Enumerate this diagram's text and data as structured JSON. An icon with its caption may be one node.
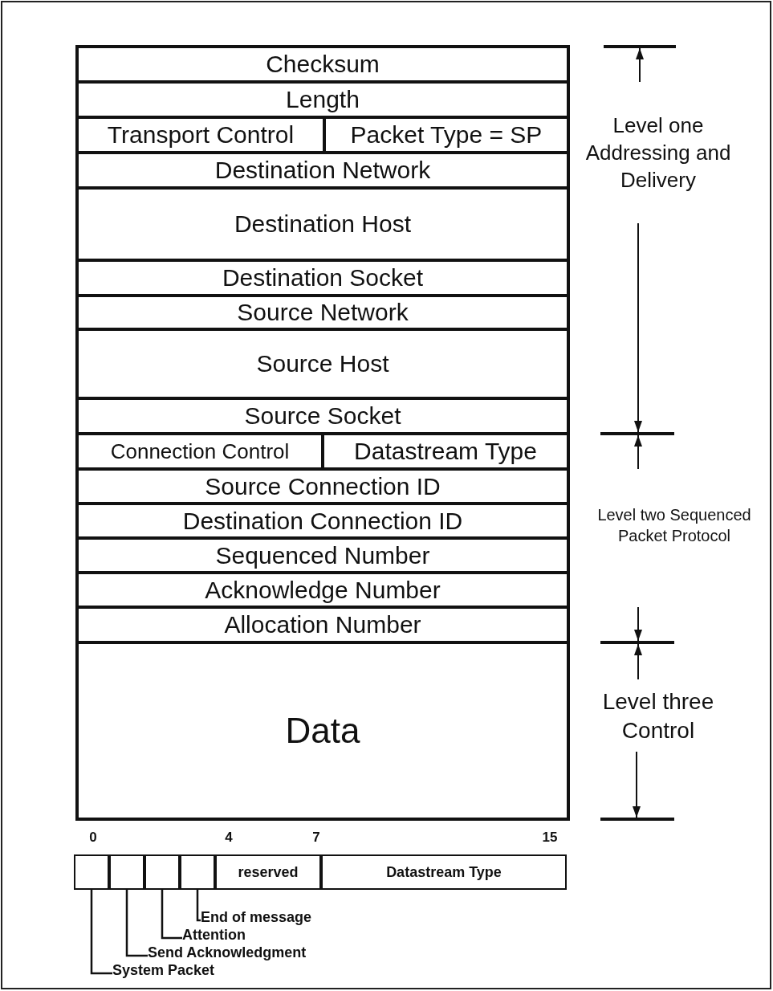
{
  "diagram": {
    "nodes": [
      {
        "text": [
          "Checksum"
        ]
      },
      {
        "text": [
          "Length"
        ]
      },
      {
        "text": [
          "Transport Control"
        ]
      },
      {
        "text": [
          "Packet Type = SP"
        ]
      },
      {
        "text": [
          "Destination Network"
        ]
      },
      {
        "text": [
          "Destination Host"
        ]
      },
      {
        "text": [
          "Destination Socket"
        ]
      },
      {
        "text": [
          "Source Network"
        ]
      },
      {
        "text": [
          "Source Host"
        ]
      },
      {
        "text": [
          "Source Socket"
        ]
      },
      {
        "text": [
          "Connection Control"
        ]
      },
      {
        "text": [
          "Datastream Type"
        ]
      },
      {
        "text": [
          "Source Connection ID"
        ]
      },
      {
        "text": [
          "Destination Connection ID"
        ]
      },
      {
        "text": [
          "Sequenced Number"
        ]
      },
      {
        "text": [
          "Acknowledge Number"
        ]
      },
      {
        "text": [
          "Allocation Number"
        ]
      },
      {
        "text": [
          "Data"
        ]
      },
      {
        "text": [],
        "shape": "box"
      },
      {
        "text": [],
        "shape": "box"
      },
      {
        "text": [],
        "shape": "box"
      },
      {
        "text": [],
        "shape": "box"
      },
      {
        "text": [
          "reserved"
        ]
      },
      {
        "text": [
          "Datastream Type"
        ]
      },
      {
        "text": [
          "End of message"
        ]
      },
      {
        "text": [
          "Attention"
        ]
      },
      {
        "text": [
          "Send Acknowledgment"
        ]
      },
      {
        "text": [
          "System Packet"
        ]
      }
    ],
    "edges": [
      {
        "from": 24,
        "to": 21,
        "arrow": "none"
      },
      {
        "from": 25,
        "to": 20,
        "arrow": "none"
      },
      {
        "from": 26,
        "to": 19,
        "arrow": "none"
      },
      {
        "from": 27,
        "to": 18,
        "arrow": "none"
      }
    ],
    "labels": [
      "Level one Addressing and Delivery",
      "Level two Sequenced Packet Protocol",
      "Level three Control",
      "0",
      "4",
      "7",
      "15"
    ]
  }
}
